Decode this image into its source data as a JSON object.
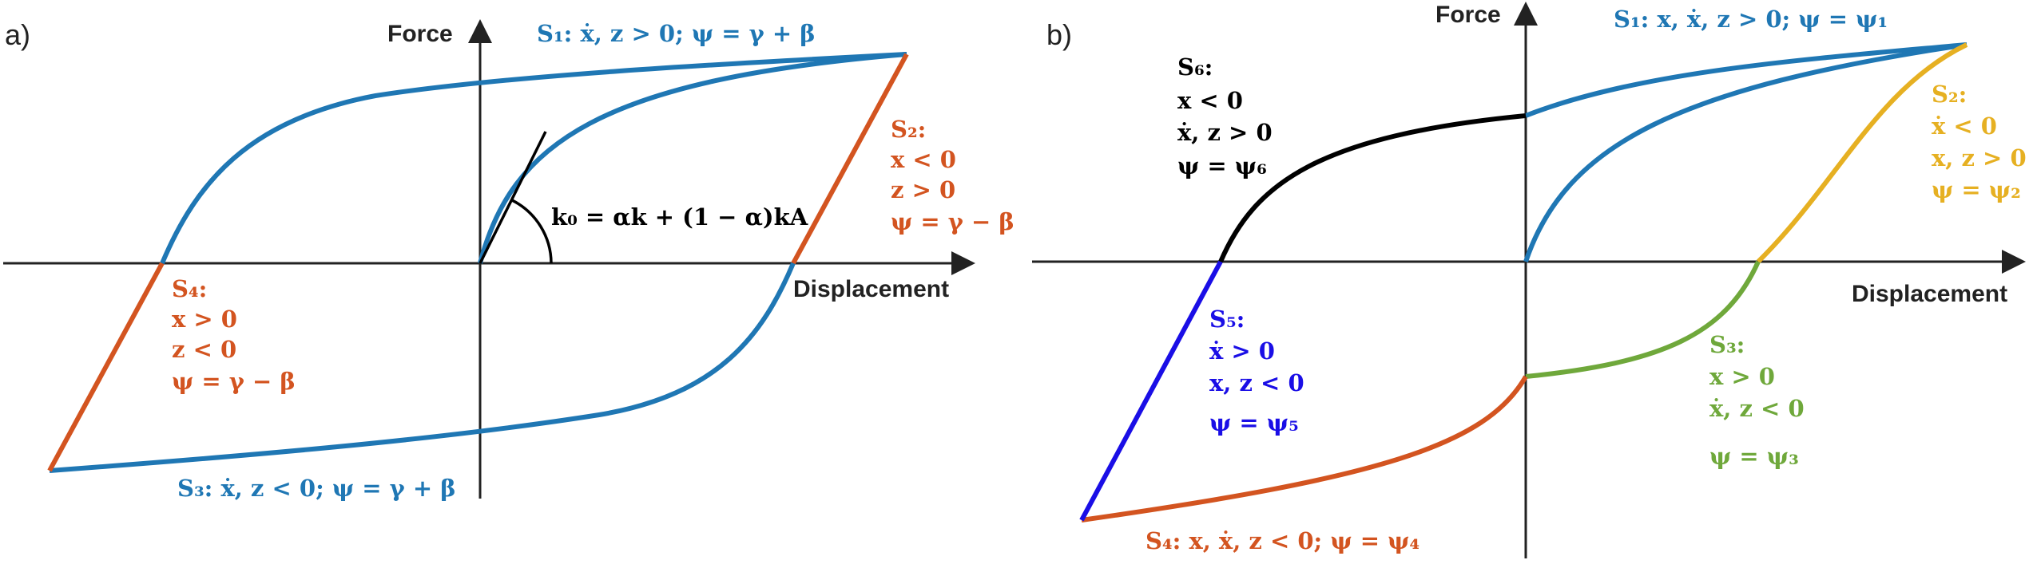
{
  "colors": {
    "axis": "#222222",
    "blue": "#1f77b4",
    "orange": "#d35420",
    "black": "#000000",
    "yellow": "#e6b022",
    "green": "#6fa83b",
    "pure_blue": "#1a0ee6"
  },
  "panel_a": {
    "letter": "a)",
    "y_axis_label": "Force",
    "x_axis_label": "Displacement",
    "k0_label": "k₀ = αk + (1 − α)kA",
    "s1": "S₁: ẋ, z > 0;  ψ = γ + β",
    "s2": [
      "S₂:",
      "x < 0",
      "z > 0",
      "ψ = γ − β"
    ],
    "s3": "S₃: ẋ, z < 0;  ψ = γ + β",
    "s4": [
      "S₄:",
      "x > 0",
      "z < 0",
      "ψ = γ − β"
    ]
  },
  "panel_b": {
    "letter": "b)",
    "y_axis_label": "Force",
    "x_axis_label": "Displacement",
    "s1": "S₁: x, ẋ, z > 0;  ψ = ψ₁",
    "s2": [
      "S₂:",
      "ẋ < 0",
      "x, z > 0",
      "ψ = ψ₂"
    ],
    "s3": [
      "S₃:",
      "x > 0",
      "ẋ, z < 0",
      "ψ = ψ₃"
    ],
    "s4": "S₄: x, ẋ, z < 0;  ψ = ψ₄",
    "s5": [
      "S₅:",
      "ẋ > 0",
      "x, z < 0",
      "ψ = ψ₅"
    ],
    "s6": [
      "S₆:",
      "x < 0",
      "ẋ, z > 0",
      "ψ = ψ₆"
    ]
  }
}
